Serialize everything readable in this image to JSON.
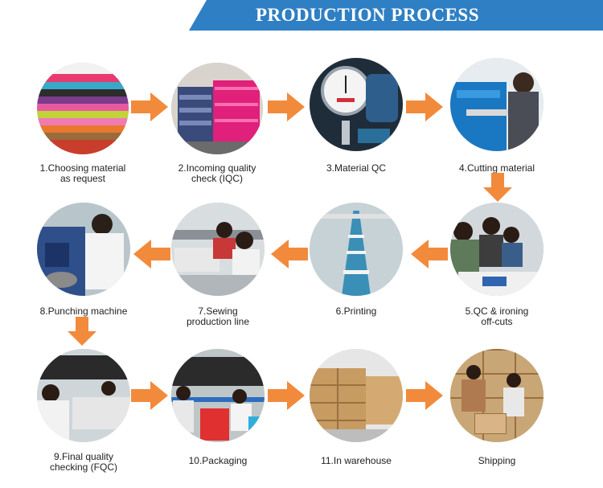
{
  "header": {
    "title": "PRODUCTION PROCESS",
    "accent_color": "#2f7fc4"
  },
  "arrow_color": "#f28a3c",
  "steps": [
    {
      "label": "1.Choosing material\nas request"
    },
    {
      "label": "2.Incoming quality\ncheck (IQC)"
    },
    {
      "label": "3.Material QC"
    },
    {
      "label": "4.Cutting material"
    },
    {
      "label": "5.QC & ironing\noff-cuts"
    },
    {
      "label": "6.Printing"
    },
    {
      "label": "7.Sewing\nproduction line"
    },
    {
      "label": "8.Punching machine"
    },
    {
      "label": "9.Final quality\nchecking (FQC)"
    },
    {
      "label": "10.Packaging"
    },
    {
      "label": "11.In warehouse"
    },
    {
      "label": "Shipping"
    }
  ]
}
